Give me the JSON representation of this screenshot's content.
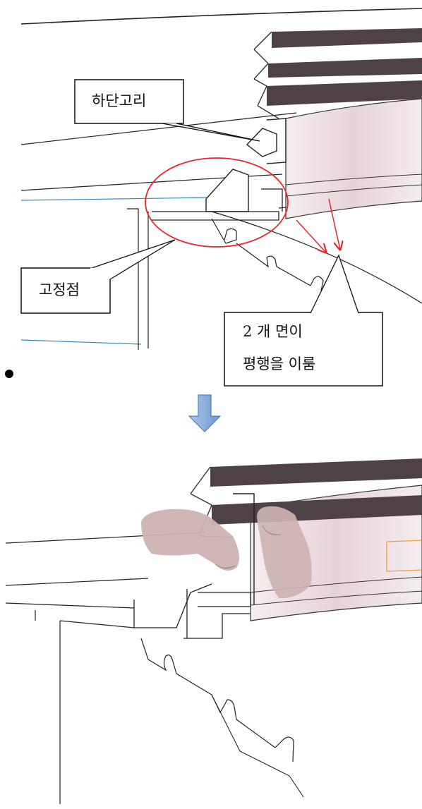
{
  "callouts": {
    "lower_hook": "하단고리",
    "fixed_point": "고정점",
    "parallel_line1": "2 개 면이",
    "parallel_line2": "평행을 이룸"
  },
  "colors": {
    "highlight_ring": "#e8242c",
    "arrow_down": "#7ea6d8",
    "rib_dark": "#4e4248",
    "body_pink": "#ead8dc",
    "finger": "#cdb3b1",
    "edge_blue": "#2e86c1",
    "orange_mark": "#e8a03a"
  },
  "icons": {
    "transition": "down-arrow-icon",
    "list_marker": "bullet-icon"
  }
}
